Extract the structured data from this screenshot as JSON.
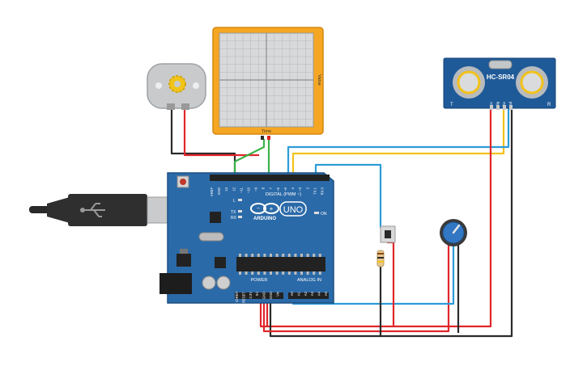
{
  "colors": {
    "board": "#2b6aa8",
    "board_dark": "#1e4f80",
    "plotter_frame": "#f5a623",
    "wire_red": "#e0262a",
    "wire_black": "#2a2a2a",
    "wire_green": "#3bb24a",
    "wire_yellow": "#f2c21b",
    "wire_blue": "#2d9bd6",
    "sensor_body": "#1f5a98"
  },
  "board": {
    "logo_text": "ARDUINO",
    "model_text": "UNO",
    "on_label": "ON",
    "digital_label": "DIGITAL (PWM ~)",
    "power_label": "POWER",
    "analog_label": "ANALOG IN",
    "tx_label": "TX",
    "rx_label": "RX",
    "l_label": "L",
    "digital_pins": [
      "AREF",
      "GND",
      "13",
      "12",
      "~11",
      "~10",
      "~9",
      "8",
      "7",
      "~6",
      "~5",
      "4",
      "~3",
      "2",
      "TX 1",
      "RX 0"
    ],
    "power_pins": [
      "IOREF",
      "RESET",
      "3.3V",
      "5V",
      "GND",
      "GND",
      "Vin"
    ],
    "analog_pins": [
      "A0",
      "A1",
      "A2",
      "A3",
      "A4",
      "A5"
    ]
  },
  "plotter": {
    "axis_label": "Time",
    "side_label": "Value"
  },
  "sensor": {
    "model": "HC-SR04",
    "pins": [
      "Vcc",
      "Trig",
      "Echo",
      "Gnd"
    ],
    "side_left": "T",
    "side_right": "R"
  },
  "icons": {
    "motor": "dc-motor-icon",
    "usb": "usb-icon",
    "pushbutton": "pushbutton-icon",
    "resistor": "resistor-icon",
    "potentiometer": "potentiometer-icon"
  }
}
